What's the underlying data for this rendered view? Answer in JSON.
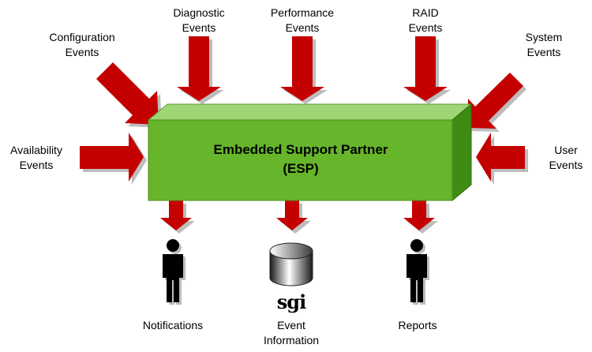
{
  "colors": {
    "arrow": "#c40000",
    "arrow_shadow": "#bdbdbd",
    "box_front": "#66b52a",
    "box_top": "#9fd675",
    "box_side": "#3f8c15"
  },
  "hub": {
    "title": "Embedded Support Partner",
    "subtitle": "(ESP)"
  },
  "inputs": {
    "configuration": [
      "Configuration",
      "Events"
    ],
    "diagnostic": [
      "Diagnostic",
      "Events"
    ],
    "performance": [
      "Performance",
      "Events"
    ],
    "raid": [
      "RAID",
      "Events"
    ],
    "system": [
      "System",
      "Events"
    ],
    "availability": [
      "Availability",
      "Events"
    ],
    "user": [
      "User",
      "Events"
    ]
  },
  "outputs": {
    "notifications": {
      "label": [
        "Notifications"
      ],
      "icon": "person-icon"
    },
    "event_information": {
      "label": [
        "Event",
        "Information"
      ],
      "icon": "database-cylinder-icon",
      "logo_text": "sgi"
    },
    "reports": {
      "label": [
        "Reports"
      ],
      "icon": "person-icon"
    }
  }
}
